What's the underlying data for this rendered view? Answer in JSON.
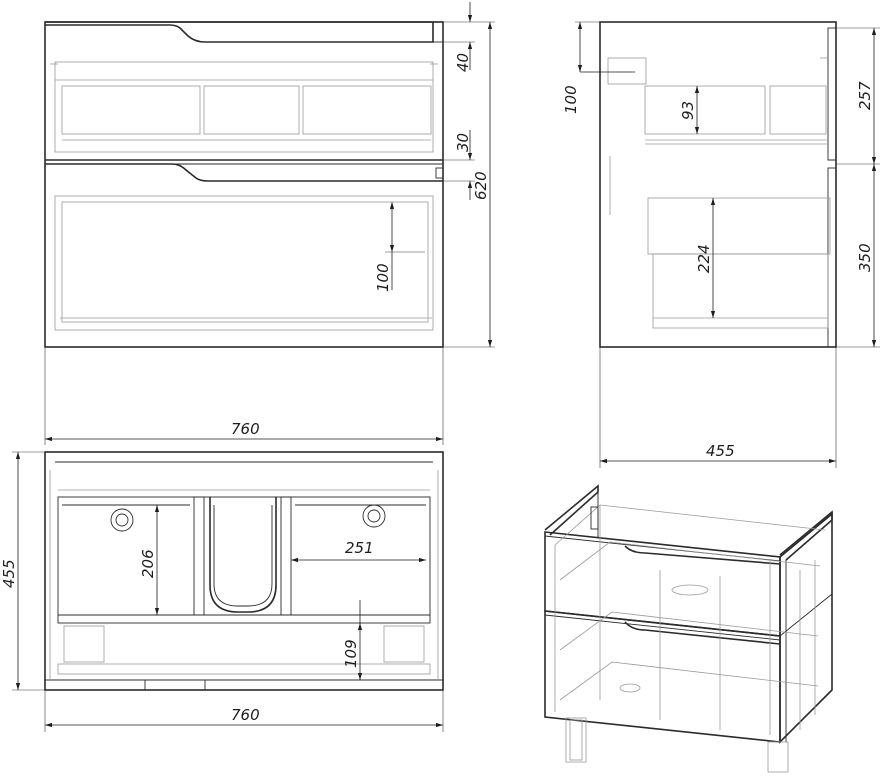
{
  "dimensions": {
    "front_drawer_top_gap": "40",
    "front_drawer_gap": "30",
    "front_total_height": "620",
    "front_inner_depth": "100",
    "front_width": "760",
    "side_top_offset": "100",
    "side_inner_93": "93",
    "side_upper_drawer": "257",
    "side_lower_inner": "224",
    "side_lower_drawer": "350",
    "side_depth": "455",
    "top_depth": "455",
    "top_compartment_depth": "206",
    "top_compartment_width": "251",
    "top_rear_109": "109",
    "top_width": "760"
  },
  "colors": {
    "outline": "#2b2b2b",
    "hidden": "#9a9a9a",
    "dimension": "#1e1e1e"
  }
}
